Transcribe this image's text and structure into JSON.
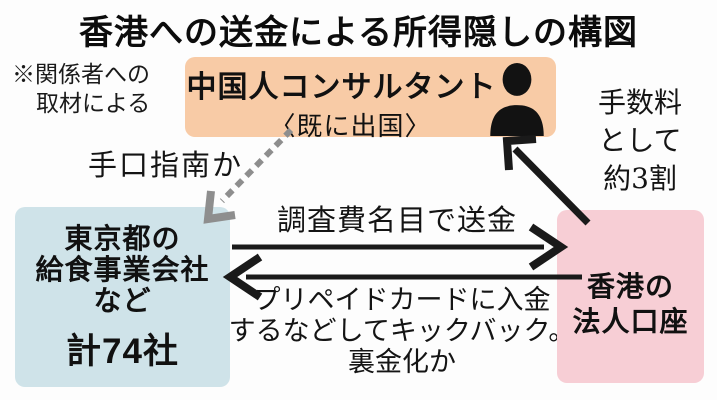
{
  "title": "香港への送金による所得隠しの構図",
  "note": {
    "line1": "※関係者への",
    "line2": "取材による"
  },
  "consultant_box": {
    "label": "中国人コンサルタント",
    "sub": "〈既に出国〉",
    "icon": "person-silhouette-icon",
    "bg": "#f8cba6"
  },
  "fee_label": {
    "line1": "手数料",
    "line2": "として",
    "line3": "約3割"
  },
  "guidance_label": "手口指南か",
  "tokyo_box": {
    "line1": "東京都の",
    "line2": "給食事業会社",
    "line3": "など",
    "total": "計74社",
    "bg": "#cfe3e9"
  },
  "hongkong_box": {
    "line1": "香港の",
    "line2": "法人口座",
    "bg": "#f7ced5"
  },
  "arrow_labels": {
    "send": "調査費名目で送金",
    "kickback_line1": "プリペイドカードに入金",
    "kickback_line2": "するなどしてキックバック。",
    "kickback_line3": "裏金化か"
  },
  "arrows": {
    "send": "tokyo-to-hongkong",
    "kickback": "hongkong-to-tokyo",
    "fee": "hongkong-to-consultant",
    "guidance": "consultant-to-tokyo-dashed"
  },
  "colors": {
    "arrow_black": "#1a1a1a",
    "arrow_gray": "#8e8e8e",
    "text": "#111111",
    "background": "#fdfdfd"
  }
}
